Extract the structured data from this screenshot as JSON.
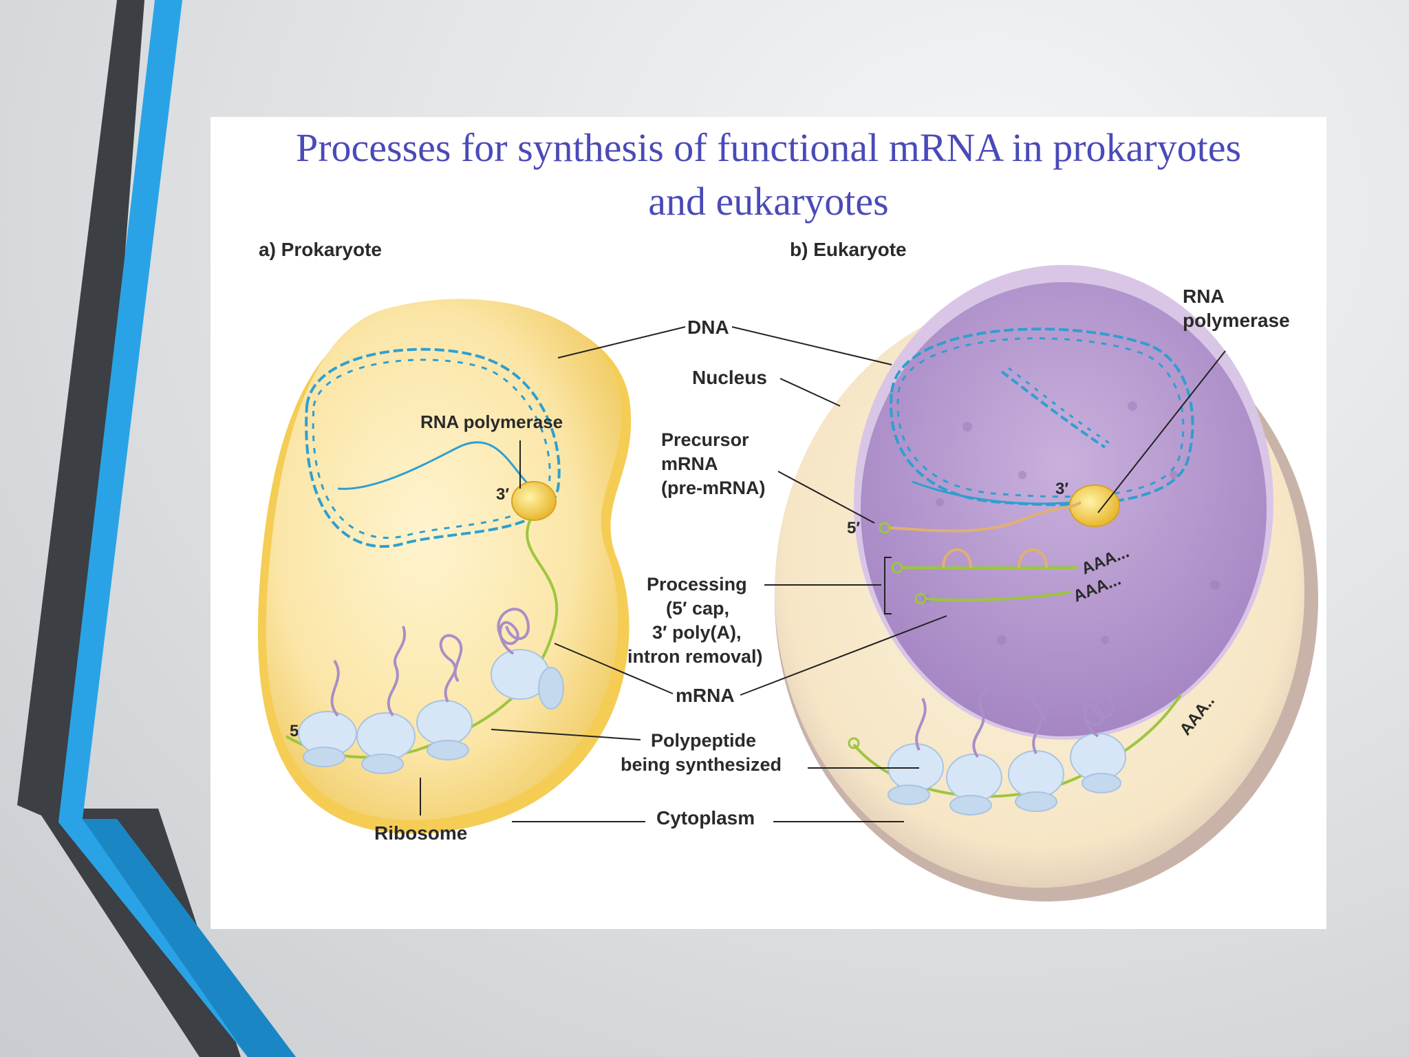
{
  "title_line1": "Processes for synthesis of functional mRNA in prokaryotes",
  "title_line2": "and eukaryotes",
  "panels": {
    "prokaryote": "a) Prokaryote",
    "eukaryote": "b) Eukaryote"
  },
  "labels": {
    "dna": "DNA",
    "nucleus": "Nucleus",
    "rna_polymerase_left": "RNA polymerase",
    "rna_polymerase_right_1": "RNA",
    "rna_polymerase_right_2": "polymerase",
    "precursor_1": "Precursor",
    "precursor_2": "mRNA",
    "precursor_3": "(pre-mRNA)",
    "processing_1": "Processing",
    "processing_2": "(5′ cap,",
    "processing_3": "3′ poly(A),",
    "processing_4": "intron removal)",
    "mrna": "mRNA",
    "polypeptide_1": "Polypeptide",
    "polypeptide_2": "being synthesized",
    "ribosome": "Ribosome",
    "cytoplasm": "Cytoplasm",
    "three_prime": "3′",
    "five_prime": "5′",
    "polya_1": "AAA...",
    "polya_2": "AAA...",
    "polya_3": "AAA.."
  },
  "colors": {
    "title": "#4a4ab8",
    "dna": "#2f9fcf",
    "mrna": "#9cc63e",
    "prokaryote_cell": "#fbe6a8",
    "nucleus": "#b89ad0",
    "ribosome": "#d6e6f6",
    "polypeptide": "#a98ec8",
    "accent_blue": "#2aa3e6",
    "accent_dark": "#3c3f43"
  }
}
